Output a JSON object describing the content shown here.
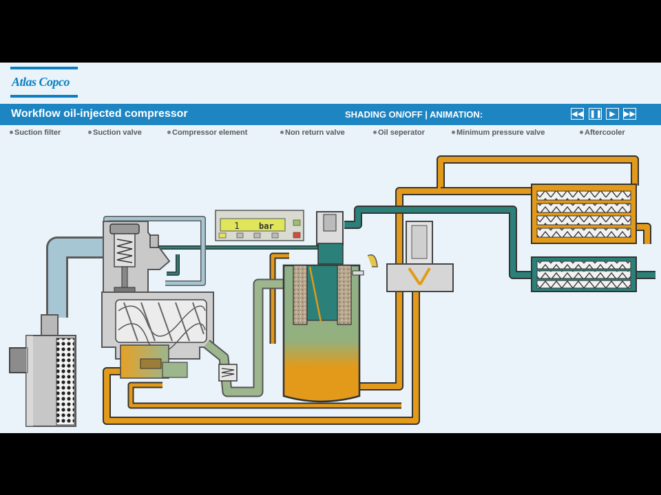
{
  "header": {
    "brand": "Atlas Copco",
    "title": "Workflow oil-injected compressor",
    "controls_label": "SHADING ON/OFF | ANIMATION:"
  },
  "controls": [
    {
      "name": "rewind-button",
      "icon": "rewind-icon",
      "glyph": "◀◀"
    },
    {
      "name": "pause-button",
      "icon": "pause-icon",
      "glyph": "❚❚"
    },
    {
      "name": "play-button",
      "icon": "play-icon",
      "glyph": "▶"
    },
    {
      "name": "fast-forward-button",
      "icon": "fast-forward-icon",
      "glyph": "▶▶"
    }
  ],
  "nav": [
    {
      "label": "Suction filter"
    },
    {
      "label": "Suction valve"
    },
    {
      "label": "Compressor element"
    },
    {
      "label": "Non return valve"
    },
    {
      "label": "Oil seperator"
    },
    {
      "label": "Minimum pressure valve"
    },
    {
      "label": "Aftercooler"
    }
  ],
  "controller_display": {
    "value": "1",
    "unit": "bar"
  },
  "colors": {
    "air_pipe": "#a7c6d4",
    "oil_pipe": "#e39a1a",
    "mix_pipe": "#9db68e",
    "compressed_air": "#2b8079",
    "header_blue": "#1e85c3"
  }
}
